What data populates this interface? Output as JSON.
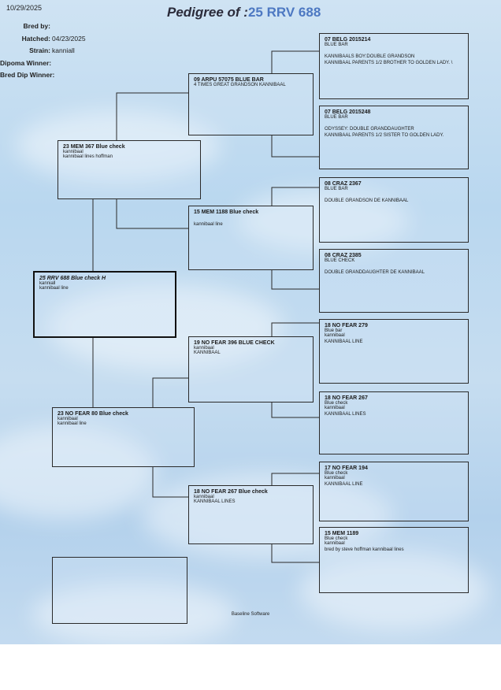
{
  "date": "10/29/2025",
  "title": {
    "prefix": "Pedigree of :",
    "number": "25 RRV 688"
  },
  "meta": [
    {
      "label": "Bred by:",
      "value": ""
    },
    {
      "label": "Hatched:",
      "value": "04/23/2025"
    },
    {
      "label": "Strain:",
      "value": "kanniall"
    },
    {
      "label": "Dipoma Winner:",
      "value": ""
    },
    {
      "label": "Bred Dip Winner:",
      "value": ""
    }
  ],
  "subject": {
    "name": "25 RRV 688 Blue check H",
    "color": "kanniall",
    "notes": [
      "kannibaal line"
    ]
  },
  "sire": {
    "name": "23 MEM 367 Blue check",
    "color": "kannibaal",
    "notes": [
      "kannibaal lines hoffman"
    ]
  },
  "dam": {
    "name": "23 NO FEAR 80 Blue check",
    "color": "kannibaal",
    "notes": [
      "kannibaal line"
    ]
  },
  "sire_sire": {
    "name": "09 ARPU 57075 BLUE BAR",
    "color": "",
    "notes": [
      "4 TIMES GREAT GRANDSON KANNIBAAL"
    ]
  },
  "sire_dam": {
    "name": "15 MEM 1188 Blue check",
    "color": "",
    "notes": [
      "kannibaal line"
    ]
  },
  "dam_sire": {
    "name": "19 NO FEAR 396 BLUE CHECK",
    "color": "kannibaal",
    "notes": [
      "KANNIBAAL"
    ]
  },
  "dam_dam": {
    "name": "18 NO FEAR 267 Blue check",
    "color": "kannibaal",
    "notes": [
      "KANNIBAAL LINES"
    ]
  },
  "gg": [
    {
      "name": "07 BELG 2015214",
      "color": "BLUE BAR",
      "notes": [
        "KANNIBAALS BOY:DOUBLE GRANDSON",
        "KANNIBAAL PARENTS 1/2 BROTHER TO GOLDEN LADY. \\"
      ]
    },
    {
      "name": "07 BELG 2015248",
      "color": "BLUE BAR",
      "notes": [
        "ODYSSEY: DOUBLE GRANDDAUGHTER",
        "KANNIBAAL PARENTS 1/2 SISTER TO GOLDEN LADY."
      ]
    },
    {
      "name": "08 CRAZ 2367",
      "color": "BLUE BAR",
      "notes": [
        "DOUBLE GRANDSON DE KANNIBAAL"
      ]
    },
    {
      "name": "08 CRAZ 2385",
      "color": "BLUE CHECK",
      "notes": [
        "DOUBLE GRANDDAUGHTER DE KANNIBAAL"
      ]
    },
    {
      "name": "18 NO FEAR 279",
      "color": "Blue bar",
      "notes": [
        "kannibaal",
        "KANNIBAAL LINE"
      ]
    },
    {
      "name": "18 NO FEAR 267",
      "color": "Blue check",
      "notes": [
        "kannibaal",
        "KANNIBAAL LINES"
      ]
    },
    {
      "name": "17 NO FEAR 194",
      "color": "Blue check",
      "notes": [
        "kannibaal",
        "KANNIBAAL LINE"
      ]
    },
    {
      "name": "15 MEM 1189",
      "color": "Blue check",
      "notes": [
        "kannibaal",
        "bred by steve hoffman kannibaal lines"
      ]
    }
  ],
  "footer": "Baseline Software"
}
